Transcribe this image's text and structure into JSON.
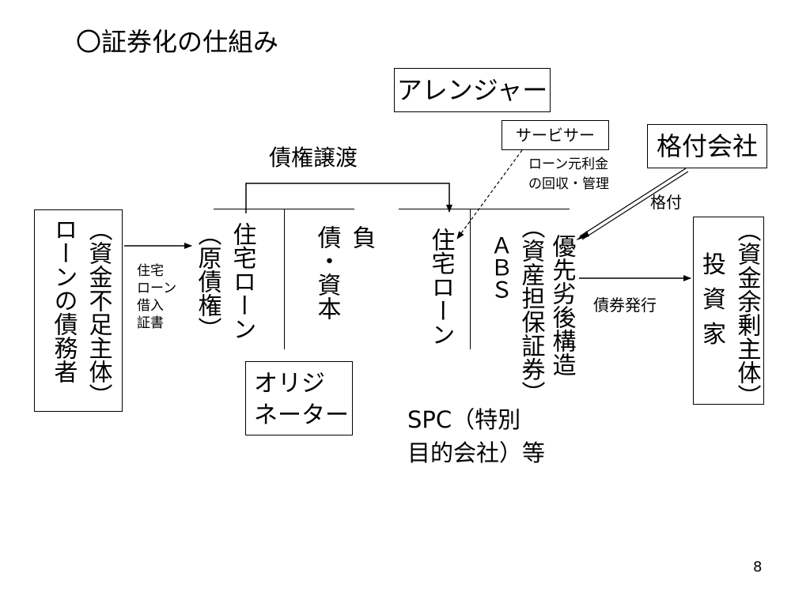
{
  "title": "〇証券化の仕組み",
  "arranger": "アレンジャー",
  "servicer": "サービサー",
  "rating_agency": "格付会社",
  "assignment_label": "債権譲渡",
  "collection_label": [
    "ローン元利金",
    "の回収・管理"
  ],
  "rating_label": "格付",
  "debtor": {
    "name": "ローンの債務者",
    "role": "（資金不足主体）"
  },
  "note_label": [
    "住宅",
    "ローン",
    "借入",
    "証書"
  ],
  "originator_balance": {
    "asset": "住宅ローン",
    "asset_note": "（原債権）",
    "liabilities": [
      "負",
      "債・資本"
    ]
  },
  "originator": [
    "オリジ",
    "ネーター"
  ],
  "spc_balance": {
    "asset": "住宅ローン",
    "abs": "ＡＢＳ",
    "abs_note": "（資産担保証券）",
    "senior_structure": "優先劣後構造"
  },
  "bond_issue_label": "債券発行",
  "spc_label": [
    "SPC（特別",
    "目的会社）等"
  ],
  "investor": {
    "name": [
      "投",
      "資",
      "家"
    ],
    "role": "（資金余剰主体）"
  },
  "page_number": "8"
}
